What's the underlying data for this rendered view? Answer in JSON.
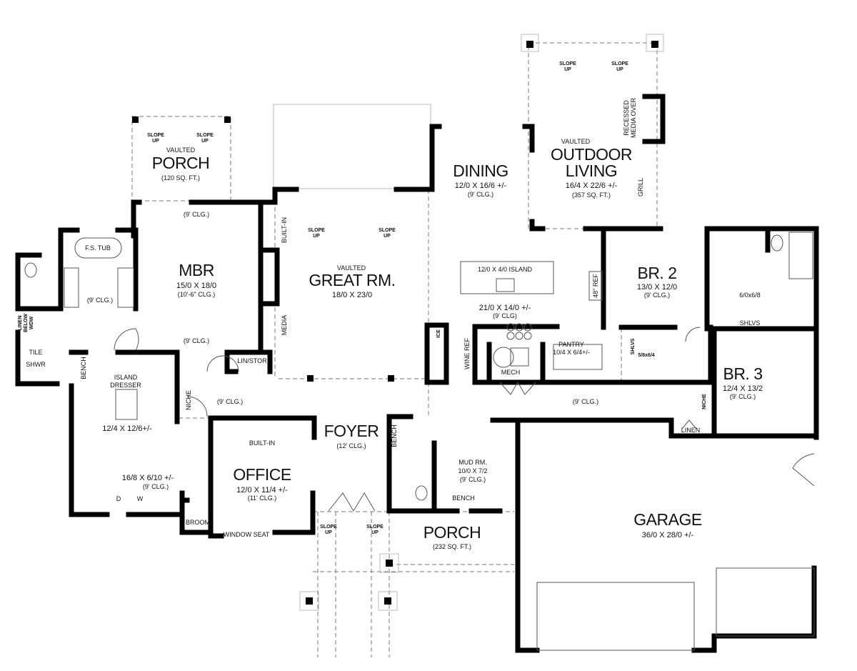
{
  "plan": {
    "rear_porch": {
      "slope_1": "SLOPE",
      "up_1": "UP",
      "slope_2": "SLOPE",
      "up_2": "UP",
      "vaulted": "VAULTED",
      "name": "PORCH",
      "area": "(120 SQ. FT.)"
    },
    "mbr": {
      "name": "MBR",
      "dims": "15/0 X 18/0",
      "ceiling": "(10'-6\" CLG.)",
      "top_ceiling": "(9' CLG.)",
      "bottom_ceiling": "(9' CLG.)"
    },
    "master_bath": {
      "tub": "F.S. TUB",
      "ceiling": "(9' CLG.)",
      "linen": [
        "LINEN",
        "BELOW",
        "WDW"
      ],
      "shower": [
        "TILE",
        "SHWR"
      ]
    },
    "closet": {
      "bench": "BENCH",
      "island": [
        "ISLAND",
        "DRESSER"
      ],
      "dims": "12/4 X 12/6+/-"
    },
    "hall_left": {
      "niche": "NICHE",
      "ceiling": "(9' CLG.)",
      "lin_stor": "LIN/STOR"
    },
    "laundry": {
      "dims": "16/8 X 6/10 +/-",
      "ceiling": "(9' CLG.)",
      "dryer": "D",
      "washer": "W",
      "broom": "BROOM"
    },
    "office": {
      "built_in": "BUILT-IN",
      "name": "OFFICE",
      "dims": "12/0 X 11/4 +/-",
      "ceiling": "(11' CLG.)",
      "window_seat": "WINDOW SEAT"
    },
    "great_room": {
      "built_in": "BUILT-IN",
      "media": "MEDIA",
      "slope_1": "SLOPE",
      "up_1": "UP",
      "slope_2": "SLOPE",
      "up_2": "UP",
      "vaulted": "VAULTED",
      "name": "GREAT RM.",
      "dims": "18/0 X 23/0"
    },
    "foyer": {
      "name": "FOYER",
      "ceiling": "(12' CLG.)",
      "bench": "BENCH"
    },
    "mud_room": {
      "name": "MUD RM.",
      "dims": "10/0 X 7/2",
      "ceiling": "(9' CLG.)",
      "bench": "BENCH"
    },
    "front_porch": {
      "slope_1": "SLOPE",
      "up_1": "UP",
      "slope_2": "SLOPE",
      "up_2": "UP",
      "name": "PORCH",
      "area": "(232 SQ. FT.)"
    },
    "dining": {
      "name": "DINING",
      "dims": "12/0 X 16/6 +/-",
      "ceiling": "(9' CLG.)"
    },
    "outdoor_living": {
      "slope_1": "SLOPE",
      "up_1": "UP",
      "slope_2": "SLOPE",
      "up_2": "UP",
      "media": [
        "RECESSED",
        "MEDIA OVER"
      ],
      "vaulted": "VAULTED",
      "name_1": "OUTDOOR",
      "name_2": "LIVING",
      "dims": "16/4 X 22/6 +/-",
      "area": "(357 SQ. FT.)",
      "grill": "GRILL"
    },
    "kitchen": {
      "island": "12/0 X 4/0 ISLAND",
      "dims": "21/0 X 14/0 +/-",
      "ceiling": "(9' CLG)",
      "ref": "48\" REF",
      "ice": "ICE",
      "wine_ref": "WINE REF",
      "mech": "MECH",
      "pantry": "PANTRY",
      "pantry_dims": "10/4 X 6/4+/-"
    },
    "hall_right": {
      "ceiling": "(9' CLG.)",
      "niche": "NICHE",
      "linen": "LINEN"
    },
    "br2": {
      "name": "BR. 2",
      "dims": "13/0 X 12/0",
      "ceiling": "(9' CLG.)",
      "closet_shelves": "SHLVS",
      "closet_dims": "5/8x6/4"
    },
    "br2_bath": {
      "closet_dims": "6/0x6/8",
      "shelves": "SHLVS"
    },
    "br3": {
      "name": "BR. 3",
      "dims": "12/4 X 13/2",
      "ceiling": "(9' CLG.)"
    },
    "garage": {
      "name": "GARAGE",
      "dims": "36/0 X 28/0 +/-"
    }
  }
}
